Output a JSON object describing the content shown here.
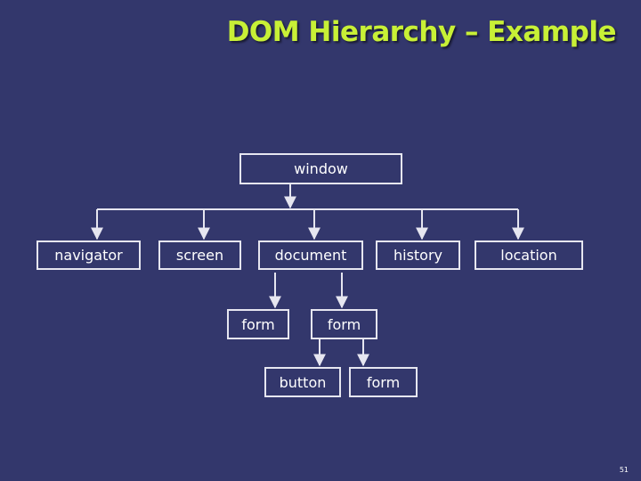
{
  "title": "DOM Hierarchy – Example",
  "page_number": "51",
  "colors": {
    "background": "#33376c",
    "title": "#c8f036",
    "line": "#e6e6f0",
    "text": "#ffffff"
  },
  "nodes": {
    "window": "window",
    "navigator": "navigator",
    "screen": "screen",
    "document": "document",
    "history": "history",
    "location": "location",
    "form1": "form",
    "form2": "form",
    "button": "button",
    "form3": "form"
  }
}
